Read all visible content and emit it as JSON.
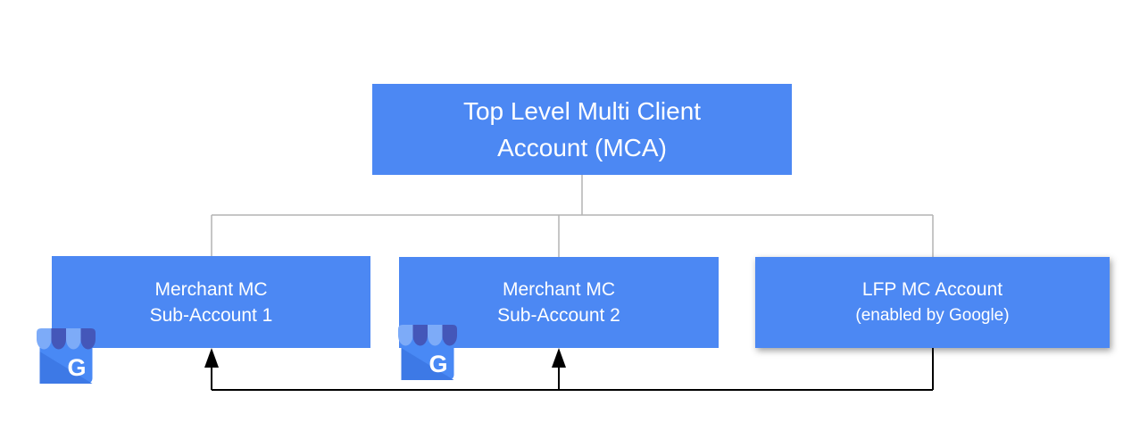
{
  "nodes": {
    "mca": {
      "line1": "Top Level Multi Client",
      "line2": "Account (MCA)"
    },
    "sub1": {
      "line1": "Merchant MC",
      "line2": "Sub-Account 1"
    },
    "sub2": {
      "line1": "Merchant MC",
      "line2": "Sub-Account 2"
    },
    "lfp": {
      "line1": "LFP MC Account",
      "line2": "(enabled by Google)"
    }
  },
  "icons": {
    "google_business_letter": "G"
  },
  "colors": {
    "node-blue": "#4c88f3",
    "node-text": "#ffffff",
    "tree-line": "#b3b3b3",
    "arrow-line": "#000000",
    "icon-awning-light": "#7dabf8",
    "icon-awning-dark": "#4457b9",
    "icon-body": "#4989f5",
    "icon-body-shade": "#3d79e6"
  }
}
